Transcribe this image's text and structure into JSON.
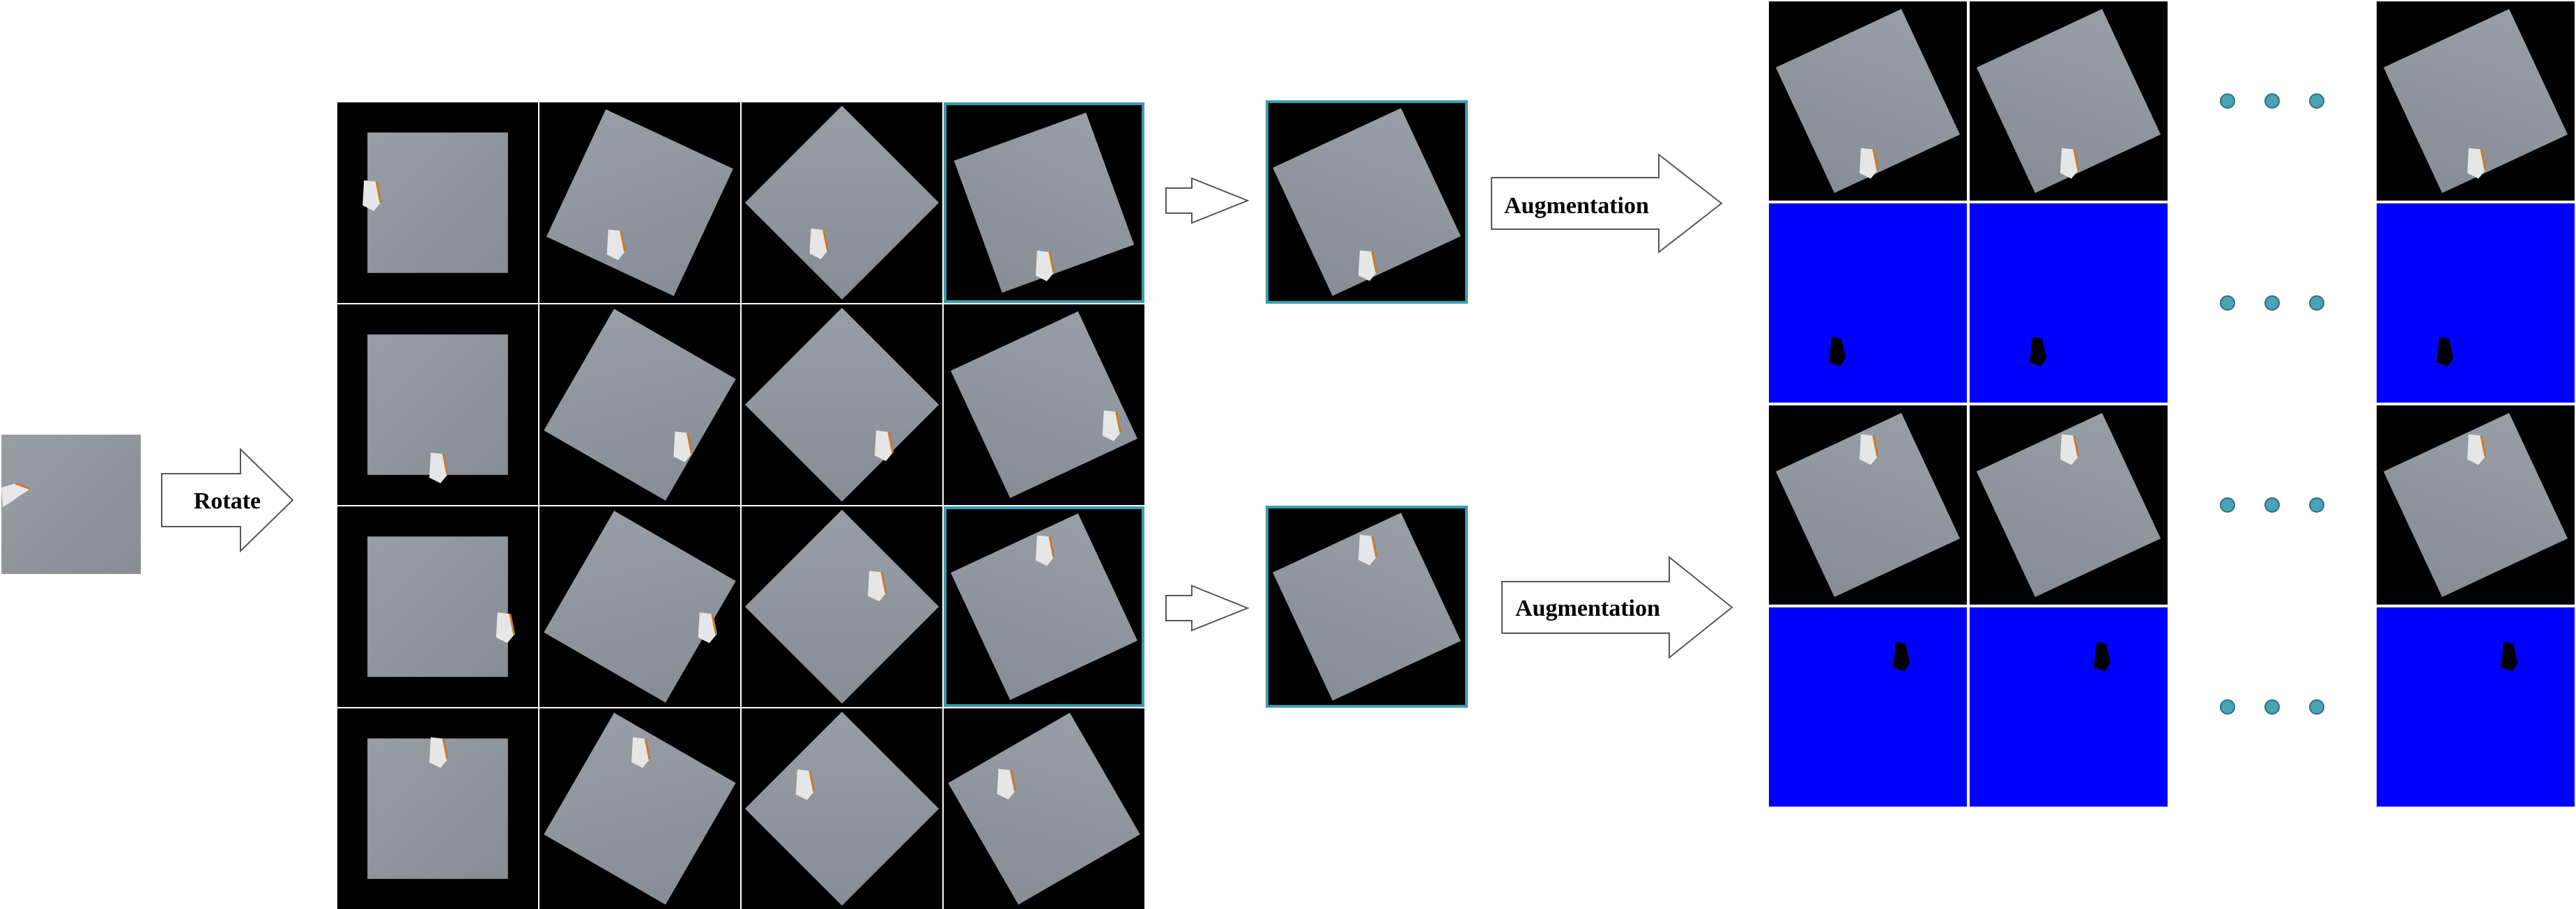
{
  "labels": {
    "rotate": "Rotate",
    "augmentation_top": "Augmentation",
    "augmentation_bottom": "Augmentation"
  },
  "grid_rotations": [
    [
      0,
      25,
      45,
      70
    ],
    [
      0,
      30,
      45,
      65
    ],
    [
      0,
      30,
      45,
      65
    ],
    [
      0,
      30,
      45,
      60
    ]
  ],
  "object_positions": [
    [
      "left",
      "lower-left",
      "lower-left",
      "bottom"
    ],
    [
      "bottom",
      "lower-right",
      "lower-right",
      "right"
    ],
    [
      "right",
      "right",
      "upper-right",
      "top"
    ],
    [
      "top",
      "top",
      "upper-left",
      "upper-left"
    ]
  ],
  "highlighted_cells": [
    [
      0,
      3
    ],
    [
      2,
      3
    ]
  ],
  "augmented_columns_visible": 3,
  "colors": {
    "border_accent": "#3a9cb0",
    "mask_background": "#0000ff",
    "mask_object": "#000000",
    "image_background": "#000000",
    "image_surface": "#8f959d",
    "object": "#e6e6e6",
    "object_edge": "#c87a2a",
    "ellipsis_dot": "#4aa3b5"
  }
}
